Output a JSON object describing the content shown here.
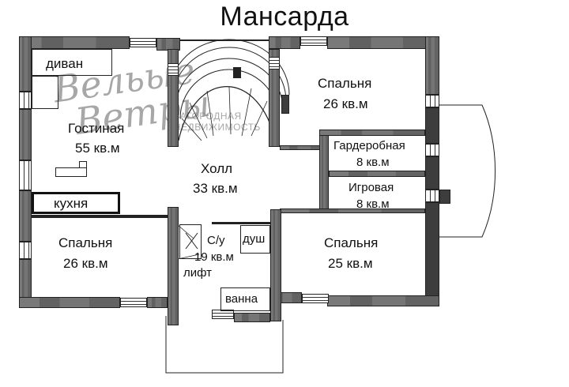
{
  "title": "Мансарда",
  "rooms": {
    "living_room": {
      "name": "Гостиная",
      "area": "55 кв.м"
    },
    "sofa": {
      "name": "диван"
    },
    "kitchen": {
      "name": "кухня"
    },
    "hall": {
      "name": "Холл",
      "area": "33 кв.м"
    },
    "bedroom_ne": {
      "name": "Спальня",
      "area": "26 кв.м"
    },
    "wardrobe": {
      "name": "Гардеробная",
      "area": "8 кв.м"
    },
    "playroom": {
      "name": "Игровая",
      "area": "8 кв.м"
    },
    "bedroom_sw": {
      "name": "Спальня",
      "area": "26 кв.м"
    },
    "bathroom": {
      "name": "С/у",
      "area": "19 кв.м"
    },
    "shower": {
      "name": "душ"
    },
    "elevator": {
      "name": "лифт"
    },
    "bathtub": {
      "name": "ванна"
    },
    "bedroom_se": {
      "name": "Спальня",
      "area": "25 кв.м"
    }
  },
  "watermark": {
    "script_line1": "Вельые",
    "script_line2": "Ветры",
    "text_line1": "ЗАГОРОДНАЯ",
    "text_line2": "НЕДВИЖИМОСТЬ"
  },
  "colors": {
    "wall": "#6e6e6e",
    "wall_dark": "#3d3d3d",
    "line": "#222222",
    "watermark": "#8a8a8a"
  }
}
